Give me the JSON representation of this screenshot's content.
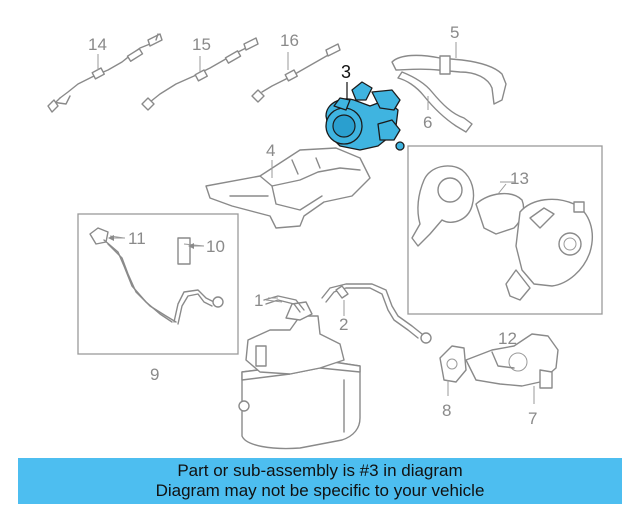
{
  "banner": {
    "line1": "Part or sub-assembly is #3 in diagram",
    "line2": "Diagram may not be specific to your vehicle",
    "background": "#4dbef0"
  },
  "diagram": {
    "highlight_color": "#3fb4e0",
    "highlighted_part": "3",
    "callouts": {
      "c1": "1",
      "c2": "2",
      "c3": "3",
      "c4": "4",
      "c5": "5",
      "c6": "6",
      "c7": "7",
      "c8": "8",
      "c9": "9",
      "c10": "10",
      "c11": "11",
      "c12": "12",
      "c13": "13",
      "c14": "14",
      "c15": "15",
      "c16": "16"
    }
  }
}
